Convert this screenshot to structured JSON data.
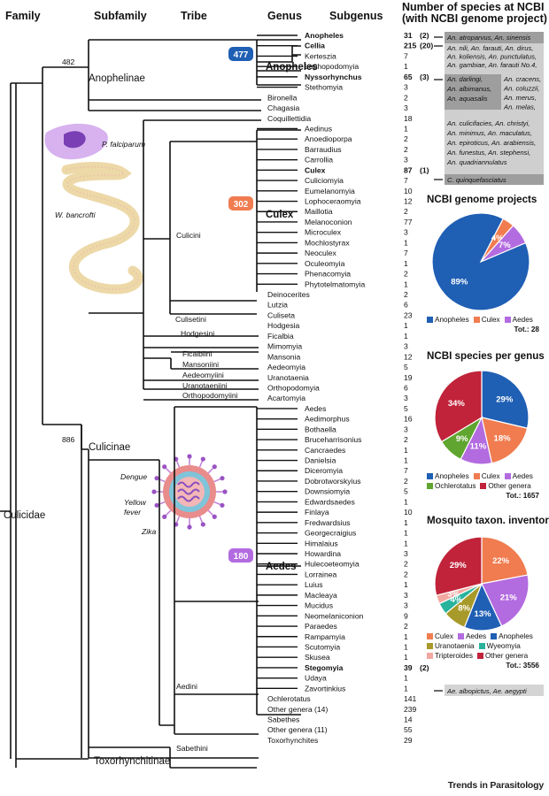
{
  "headers": {
    "family": "Family",
    "subfamily": "Subfamily",
    "tribe": "Tribe",
    "genus": "Genus",
    "subgenus": "Subgenus",
    "ncbi_title": "Number of species at NCBI (with NCBI genome project)"
  },
  "tree": {
    "family": "Culicidae",
    "subfamilies": {
      "anophelinae": "Anophelinae",
      "culicinae": "Culicinae",
      "toxorhynchitinae": "Toxorhynchitinae"
    },
    "node_counts": {
      "anophelinae": "482",
      "culicinae": "886"
    },
    "genus_badges": {
      "anopheles": "477",
      "culex": "302",
      "aedes": "180"
    },
    "genus_names": {
      "anopheles": "Anopheles",
      "culex": "Culex",
      "aedes": "Aedes"
    },
    "tribes": {
      "culicini": "Culicini",
      "culisetini": "Culisetini",
      "hodgesini": "Hodgesini",
      "ficalbiini": "Ficalbiini",
      "mansoniini": "Mansoniini",
      "aedeomyiini": "Aedeomyiini",
      "uranotaeniini": "Uranotaeniini",
      "orthopodomyiini": "Orthopodomyiini",
      "aedini": "Aedini",
      "sabethini": "Sabethini"
    },
    "pathogens": {
      "p_falciparum": "P. falciparum",
      "w_bancrofti": "W. bancrofti",
      "dengue": "Dengue",
      "yellow_fever_1": "Yellow",
      "yellow_fever_2": "fever",
      "zika": "Zika"
    }
  },
  "taxa": [
    {
      "name": "Anopheles",
      "count": "31",
      "bold": true,
      "genome": "(2)"
    },
    {
      "name": "Cellia",
      "count": "215",
      "bold": true,
      "genome": "(20)"
    },
    {
      "name": "Kerteszia",
      "count": "7"
    },
    {
      "name": "Lophopodomyia",
      "count": "1"
    },
    {
      "name": "Nyssorhynchus",
      "count": "65",
      "bold": true,
      "genome": "(3)"
    },
    {
      "name": "Stethomyia",
      "count": "3"
    },
    {
      "name": "Bironella",
      "count": "2"
    },
    {
      "name": "Chagasia",
      "count": "3"
    },
    {
      "name": "Coquillettidia",
      "count": "18"
    },
    {
      "name": "Aedinus",
      "count": "1"
    },
    {
      "name": "Anoedioporpa",
      "count": "2"
    },
    {
      "name": "Barraudius",
      "count": "2"
    },
    {
      "name": "Carrollia",
      "count": "3"
    },
    {
      "name": "Culex",
      "count": "87",
      "bold": true,
      "genome": "(1)"
    },
    {
      "name": "Culiciomyia",
      "count": "7"
    },
    {
      "name": "Eumelanomyia",
      "count": "10"
    },
    {
      "name": "Lophoceraomyia",
      "count": "12"
    },
    {
      "name": "Maillotia",
      "count": "2"
    },
    {
      "name": "Melanoconion",
      "count": "77"
    },
    {
      "name": "Microculex",
      "count": "3"
    },
    {
      "name": "Mochlostyrax",
      "count": "1"
    },
    {
      "name": "Neoculex",
      "count": "7"
    },
    {
      "name": "Oculeomyia",
      "count": "1"
    },
    {
      "name": "Phenacomyia",
      "count": "2"
    },
    {
      "name": "Phytotelmatomyia",
      "count": "1"
    },
    {
      "name": "Deinocerites",
      "count": "2"
    },
    {
      "name": "Lutzia",
      "count": "6"
    },
    {
      "name": "Culiseta",
      "count": "23"
    },
    {
      "name": "Hodgesia",
      "count": "1"
    },
    {
      "name": "Ficalbia",
      "count": "1"
    },
    {
      "name": "Mimomyia",
      "count": "3"
    },
    {
      "name": "Mansonia",
      "count": "12"
    },
    {
      "name": "Aedeomyia",
      "count": "5"
    },
    {
      "name": "Uranotaenia",
      "count": "19"
    },
    {
      "name": "Orthopodomyia",
      "count": "6"
    },
    {
      "name": "Acartomyia",
      "count": "3"
    },
    {
      "name": "Aedes",
      "count": "5"
    },
    {
      "name": "Aedimorphus",
      "count": "16"
    },
    {
      "name": "Bothaella",
      "count": "3"
    },
    {
      "name": "Bruceharrisonius",
      "count": "2"
    },
    {
      "name": "Cancraedes",
      "count": "1"
    },
    {
      "name": "Danielsia",
      "count": "1"
    },
    {
      "name": "Diceromyia",
      "count": "7"
    },
    {
      "name": "Dobrotworskyius",
      "count": "2"
    },
    {
      "name": "Downsiomyia",
      "count": "5"
    },
    {
      "name": "Edwardsaedes",
      "count": "1"
    },
    {
      "name": "Finlaya",
      "count": "10"
    },
    {
      "name": "Fredwardsius",
      "count": "1"
    },
    {
      "name": "Georgecraigius",
      "count": "1"
    },
    {
      "name": "Himalaius",
      "count": "1"
    },
    {
      "name": "Howardina",
      "count": "3"
    },
    {
      "name": "Hulecoeteomyia",
      "count": "2"
    },
    {
      "name": "Lorrainea",
      "count": "2"
    },
    {
      "name": "Luius",
      "count": "1"
    },
    {
      "name": "Macleaya",
      "count": "3"
    },
    {
      "name": "Mucidus",
      "count": "3"
    },
    {
      "name": "Neomelaniconion",
      "count": "9"
    },
    {
      "name": "Paraedes",
      "count": "2"
    },
    {
      "name": "Rampamyia",
      "count": "1"
    },
    {
      "name": "Scutomyia",
      "count": "1"
    },
    {
      "name": "Skusea",
      "count": "1"
    },
    {
      "name": "Stegomyia",
      "count": "39",
      "bold": true,
      "genome": "(2)"
    },
    {
      "name": "Udaya",
      "count": "1"
    },
    {
      "name": "Zavortinkius",
      "count": "1"
    },
    {
      "name": "Ochlerotatus",
      "count": "141"
    },
    {
      "name": "Other genera",
      "suffix": "(14)",
      "count": "239"
    },
    {
      "name": "Sabethes",
      "count": "14"
    },
    {
      "name": "Other genera",
      "suffix": "(11)",
      "count": "55"
    },
    {
      "name": "Toxorhynchites",
      "count": "29"
    }
  ],
  "genome_projects": {
    "anopheles_sub": [
      "An. atroparvus, An. sinensis"
    ],
    "cellia": [
      "An. nili, An. farauti, An. dirus,",
      "An. koliensis, An. punctulatus,",
      "An. gambiae, An. farauti No.4,"
    ],
    "nyssorhynchus_col1": [
      "An. darlingi,",
      "An. albimanus,",
      "An. aquasalis"
    ],
    "cellia_col2": [
      "An. cracens,",
      "An. coluzzii,",
      "An. merus,",
      "An. melas,"
    ],
    "cellia_rest": [
      "An. culicifacies, An. christyi,",
      "An. minimus, An. maculatus,",
      "An. epiroticus, An. arabiensis,",
      "An. funestus, An. stephensi,",
      "An. quadriannulatus"
    ],
    "culex": [
      "C. quinquefasciatus"
    ],
    "stegomyia": [
      "Ae. albopictus, Ae. aegypti"
    ]
  },
  "charts": {
    "genome_projects": {
      "title": "NCBI genome projects",
      "total": "Tot.: 28",
      "legend": [
        "Anopheles",
        "Culex",
        "Aedes"
      ]
    },
    "species_per_genus": {
      "title": "NCBI species per genus",
      "total": "Tot.: 1657",
      "legend": [
        "Anopheles",
        "Culex",
        "Aedes",
        "Ochlerotatus",
        "Other genera"
      ]
    },
    "taxon_inventory": {
      "title": "Mosquito taxon. inventory",
      "total": "Tot.: 3556",
      "legend": [
        "Culex",
        "Aedes",
        "Anopheles",
        "Uranotaenia",
        "Wyeomyia",
        "Tripteroides",
        "Other genera"
      ]
    }
  },
  "chart_data": [
    {
      "type": "pie",
      "title": "NCBI genome projects",
      "categories": [
        "Anopheles",
        "Culex",
        "Aedes"
      ],
      "values": [
        89,
        4,
        7
      ],
      "labels": [
        "89%",
        "4%",
        "7%"
      ],
      "colors": [
        "#1f5fb4",
        "#f07c50",
        "#b36be0"
      ],
      "total": 28
    },
    {
      "type": "pie",
      "title": "NCBI species per genus",
      "categories": [
        "Anopheles",
        "Culex",
        "Aedes",
        "Ochlerotatus",
        "Other genera"
      ],
      "values": [
        29,
        18,
        11,
        9,
        34
      ],
      "labels": [
        "29%",
        "18%",
        "11%",
        "9%",
        "34%"
      ],
      "colors": [
        "#1f5fb4",
        "#f07c50",
        "#b36be0",
        "#5fa52f",
        "#c0233a"
      ],
      "total": 1657
    },
    {
      "type": "pie",
      "title": "Mosquito taxon. inventory",
      "categories": [
        "Culex",
        "Aedes",
        "Anopheles",
        "Uranotaenia",
        "Wyeomyia",
        "Tripteroides",
        "Other genera"
      ],
      "values": [
        22,
        21,
        13,
        8,
        4,
        3,
        29
      ],
      "labels": [
        "22%",
        "21%",
        "13%",
        "8%",
        "4%",
        "3%",
        "29%"
      ],
      "colors": [
        "#f07c50",
        "#b36be0",
        "#1f5fb4",
        "#a89a2a",
        "#27b39c",
        "#f2a8a0",
        "#c0233a"
      ],
      "total": 3556
    }
  ],
  "credit": "Trends in Parasitology"
}
